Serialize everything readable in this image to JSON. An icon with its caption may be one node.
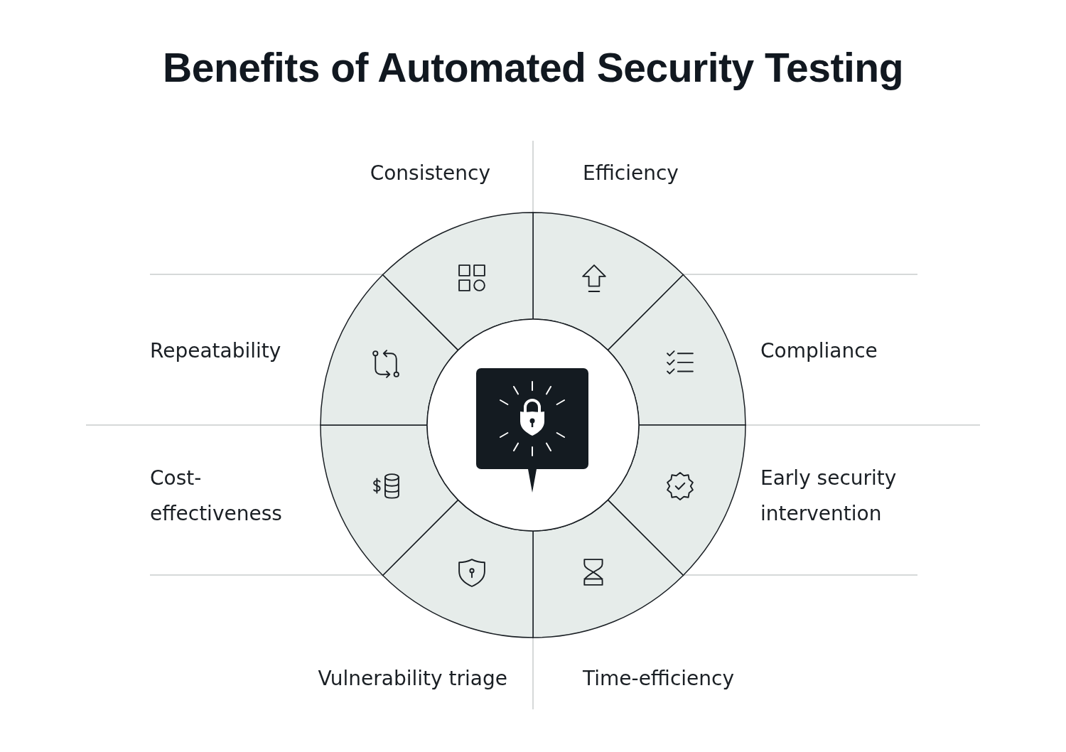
{
  "diagram": {
    "title": "Benefits of Automated Security Testing",
    "labels": [
      "Consistency",
      "Efficiency",
      "Repeatability",
      "Compliance",
      "Cost-effectiveness",
      "Early security intervention",
      "Vulnerability triage",
      "Time-efficiency"
    ]
  }
}
